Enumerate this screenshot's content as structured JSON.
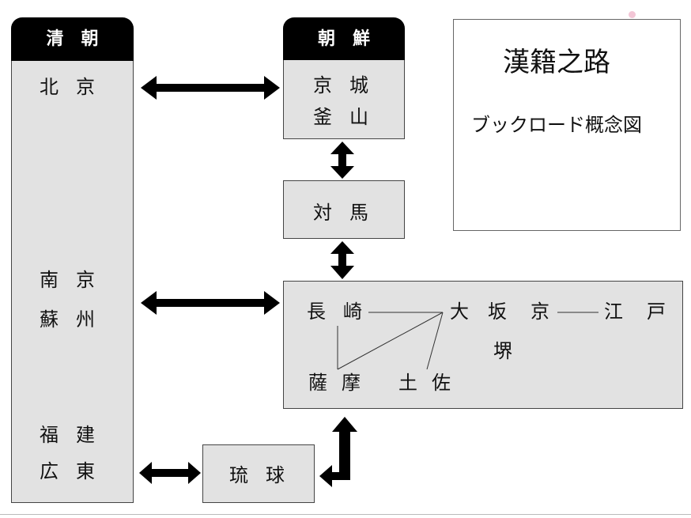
{
  "qing": {
    "header": "清朝",
    "cities": [
      "北京",
      "南京",
      "蘇州",
      "福建",
      "広東"
    ]
  },
  "joseon": {
    "header": "朝鮮",
    "cities": [
      "京城",
      "釜山"
    ]
  },
  "tsushima": {
    "label": "対馬"
  },
  "japan": {
    "nagasaki": "長崎",
    "osaka": "大坂",
    "kyo": "京",
    "edo": "江戸",
    "sakai": "堺",
    "satsuma": "薩摩",
    "tosa": "土佐"
  },
  "ryukyu": {
    "label": "琉球"
  },
  "title": {
    "main": "漢籍之路",
    "sub": "ブックロード概念図"
  },
  "colors": {
    "box_fill": "#e2e2e2",
    "header_fill": "#000000",
    "arrow": "#000000"
  }
}
